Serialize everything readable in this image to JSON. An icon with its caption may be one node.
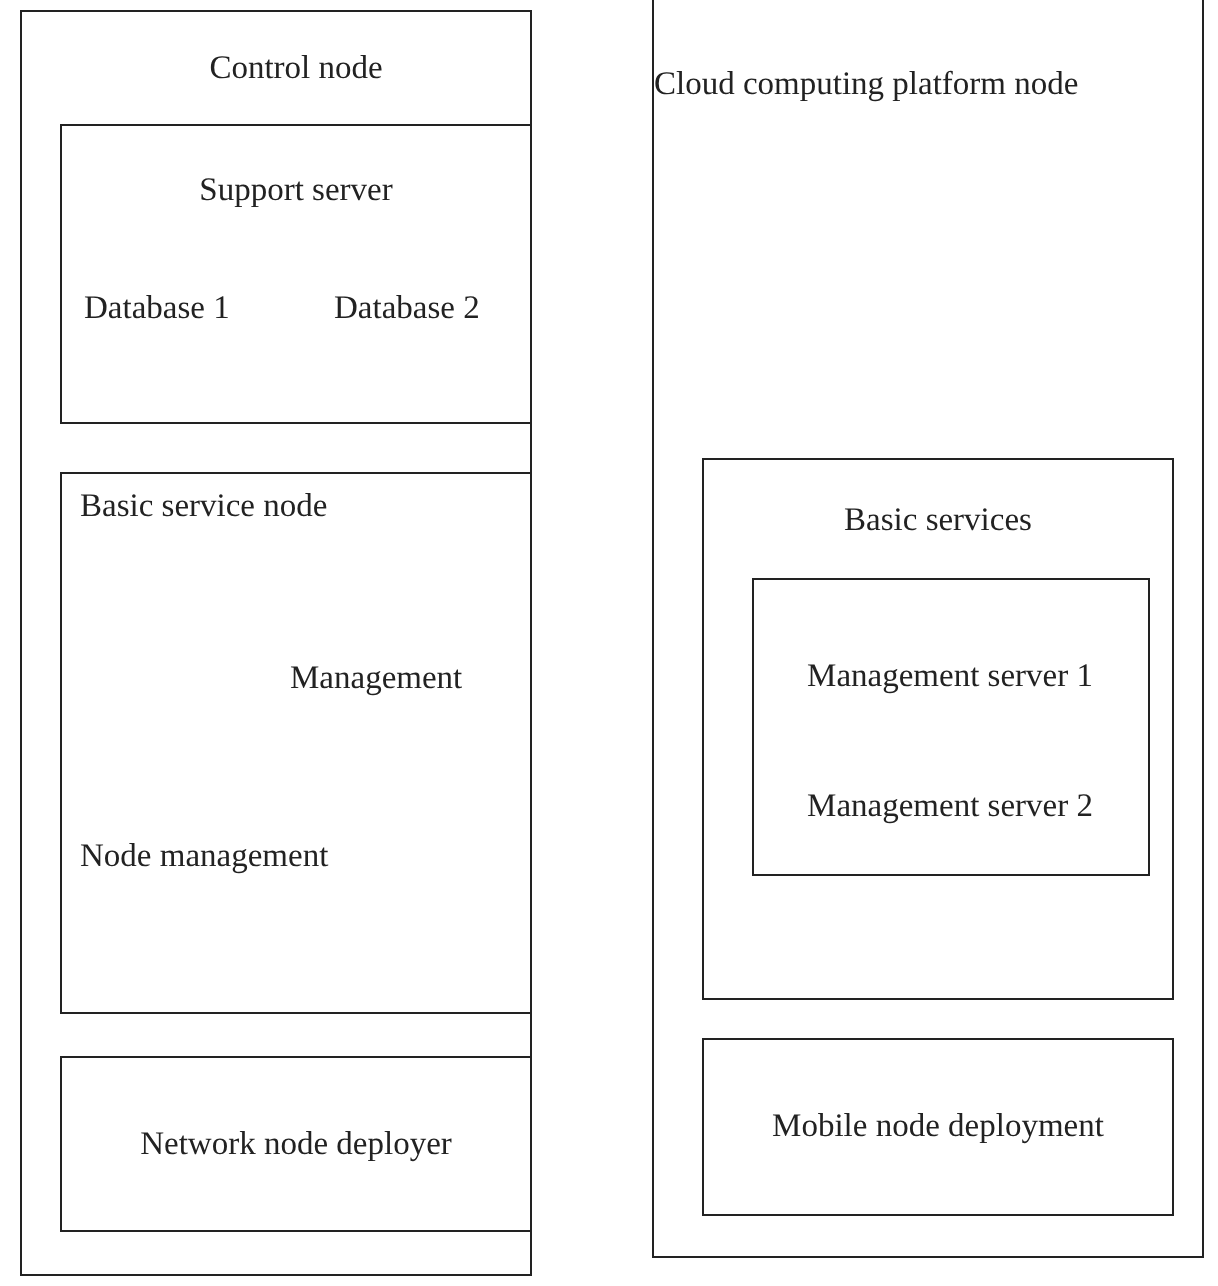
{
  "diagram": {
    "nodes": [
      {
        "text": [
          "Control node"
        ]
      },
      {
        "text": [
          "Support server",
          "Database 1",
          "Database 2"
        ],
        "in": 0
      },
      {
        "text": [
          "Basic service node",
          "Management",
          "Node management"
        ],
        "in": 0
      },
      {
        "text": [
          "Network node deployer"
        ],
        "in": 0
      },
      {
        "text": [
          "Cloud computing platform node"
        ]
      },
      {
        "text": [
          "Basic services"
        ],
        "in": 4
      },
      {
        "text": [
          "Management server 1",
          "Management server 2"
        ],
        "in": 5
      },
      {
        "text": [
          "Mobile node deployment"
        ],
        "in": 4
      }
    ]
  }
}
